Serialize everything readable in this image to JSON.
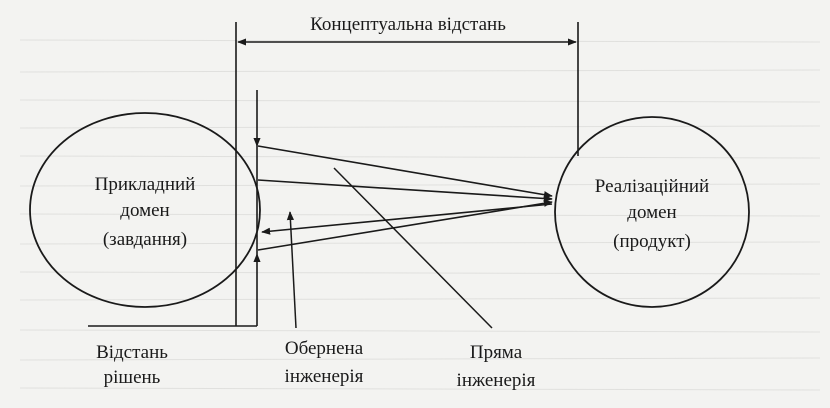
{
  "diagram": {
    "conceptual_distance_label": "Концептуальна відстань",
    "application_domain": {
      "line1": "Прикладний",
      "line2": "домен",
      "line3": "(завдання)"
    },
    "implementation_domain": {
      "line1": "Реалізаційний",
      "line2": "домен",
      "line3": "(продукт)"
    },
    "solution_distance": {
      "line1": "Відстань",
      "line2": "рішень"
    },
    "reverse_engineering": {
      "line1": "Обернена",
      "line2": "інженерія"
    },
    "forward_engineering": {
      "line1": "Пряма",
      "line2": "інженерія"
    },
    "colors": {
      "ink": "#1a1a1a",
      "background": "#f3f3f1"
    }
  }
}
